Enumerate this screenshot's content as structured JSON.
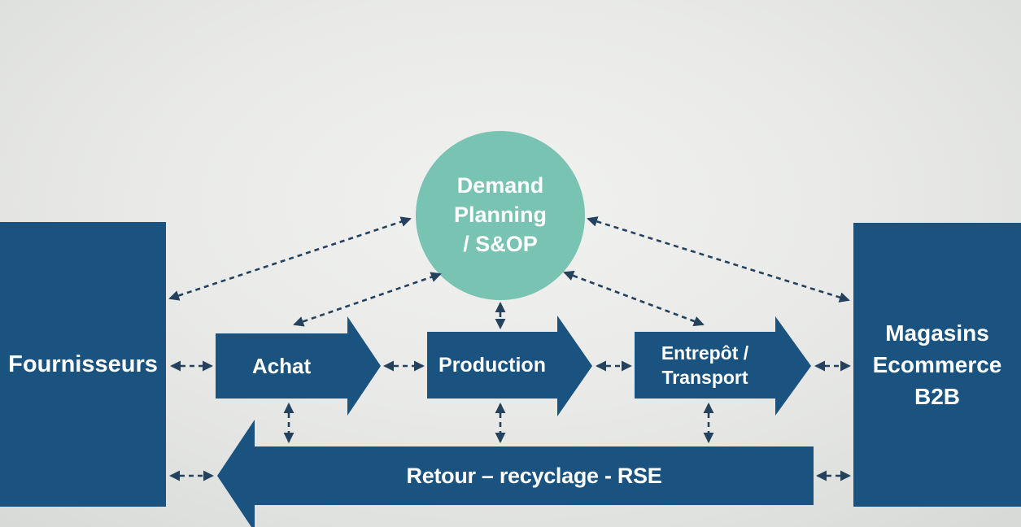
{
  "diagram": {
    "type": "supply-chain-flow",
    "colors": {
      "node_box": "#1a5380",
      "circle_fill": "#79c3b2",
      "connector": "#24415e",
      "label_text": "#ffffff",
      "background_center": "#f1f2f0",
      "background_edge": "#d6d8d6"
    },
    "nodes": {
      "demand_planning": {
        "label": "Demand Planning / S&OP",
        "lines": [
          "Demand",
          "Planning",
          "/ S&OP"
        ],
        "shape": "circle"
      },
      "fournisseurs": {
        "label": "Fournisseurs",
        "shape": "rectangle"
      },
      "achat": {
        "label": "Achat",
        "shape": "arrow-right"
      },
      "production": {
        "label": "Production",
        "shape": "arrow-right"
      },
      "entrepot_transport": {
        "label": "Entrepôt / Transport",
        "lines": [
          "Entrepôt /",
          "Transport"
        ],
        "shape": "arrow-right"
      },
      "magasins": {
        "label": "Magasins Ecommerce B2B",
        "lines": [
          "Magasins",
          "Ecommerce",
          "B2B"
        ],
        "shape": "rectangle"
      },
      "retour": {
        "label": "Retour – recyclage - RSE",
        "shape": "arrow-left"
      }
    },
    "connections": [
      {
        "from": "fournisseurs",
        "to": "demand_planning",
        "style": "dashed",
        "direction": "both"
      },
      {
        "from": "achat",
        "to": "demand_planning",
        "style": "dashed",
        "direction": "both"
      },
      {
        "from": "production",
        "to": "demand_planning",
        "style": "dashed",
        "direction": "both"
      },
      {
        "from": "entrepot_transport",
        "to": "demand_planning",
        "style": "dashed",
        "direction": "both"
      },
      {
        "from": "magasins",
        "to": "demand_planning",
        "style": "dashed",
        "direction": "both"
      },
      {
        "from": "fournisseurs",
        "to": "achat",
        "style": "dashed",
        "direction": "both"
      },
      {
        "from": "achat",
        "to": "production",
        "style": "dashed",
        "direction": "both"
      },
      {
        "from": "production",
        "to": "entrepot_transport",
        "style": "dashed",
        "direction": "both"
      },
      {
        "from": "entrepot_transport",
        "to": "magasins",
        "style": "dashed",
        "direction": "both"
      },
      {
        "from": "achat",
        "to": "retour",
        "style": "dashed",
        "direction": "both"
      },
      {
        "from": "production",
        "to": "retour",
        "style": "dashed",
        "direction": "both"
      },
      {
        "from": "entrepot_transport",
        "to": "retour",
        "style": "dashed",
        "direction": "both"
      },
      {
        "from": "retour",
        "to": "fournisseurs",
        "style": "dashed",
        "direction": "both"
      },
      {
        "from": "retour",
        "to": "magasins",
        "style": "dashed",
        "direction": "both"
      }
    ]
  }
}
